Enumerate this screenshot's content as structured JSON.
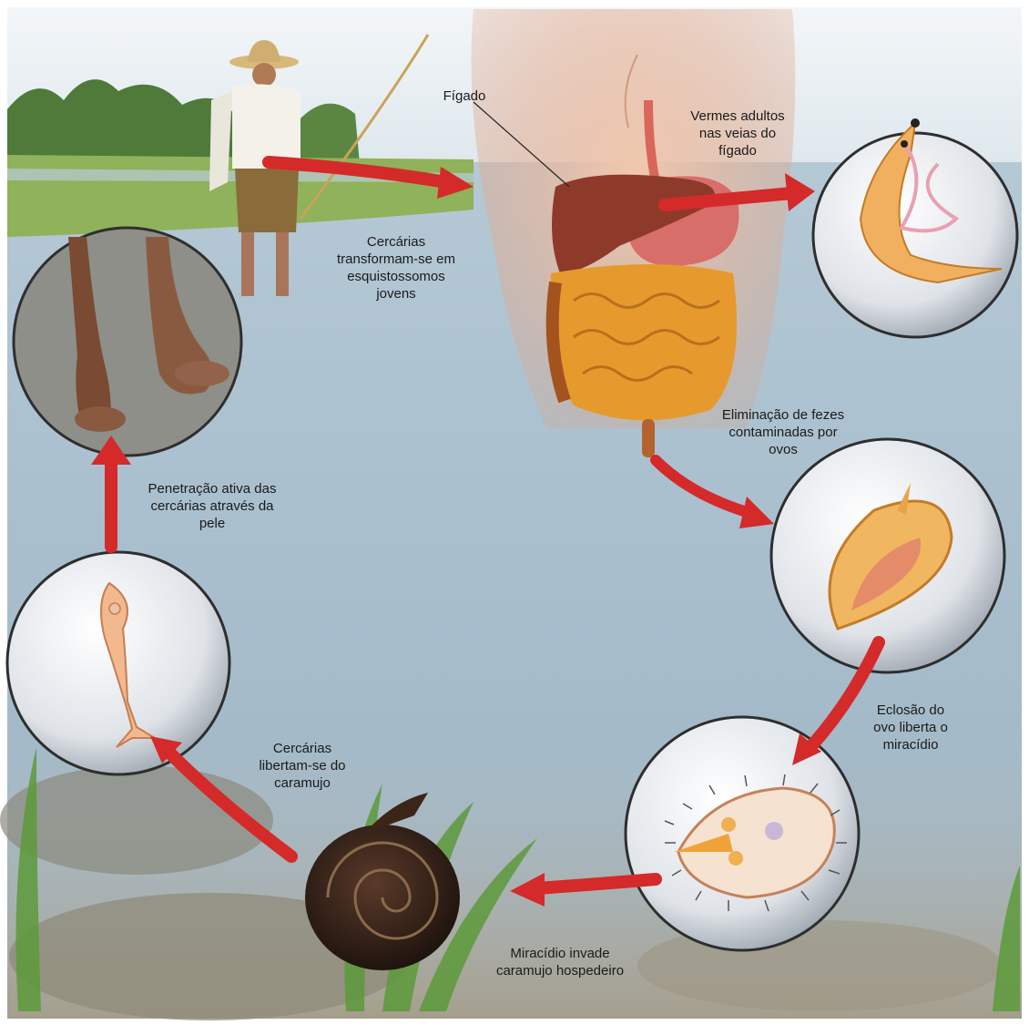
{
  "labels": {
    "figado": "Fígado",
    "vermes": "Vermes adultos\nnas veias do\nfígado",
    "cercarias_transformam": "Cercárias\ntransformam-se em\nesquistossomos\njovens",
    "eliminacao": "Eliminação de fezes\ncontaminadas por\novos",
    "penetracao": "Penetração ativa das\ncercárias através da\npele",
    "eclosao": "Eclosão do\novo liberta o\nmiracídio",
    "cercarias_libertam": "Cercárias\nlibertam-se do\ncaramujo",
    "miracidio_invade": "Miracídio invade\ncaramujo hospedeiro"
  },
  "colors": {
    "arrow": "#d42a2a",
    "water": "#a9c0cf",
    "sky": "#eef3f6",
    "liver": "#8e3a2a",
    "intestine": "#e69a2e",
    "skin": "#eab69a",
    "bubble_ring": "#3a3a3a"
  },
  "icons": [
    "fisherman-icon",
    "torso-icon",
    "liver-icon",
    "intestine-icon",
    "adult-worms-icon",
    "egg-icon",
    "miracidium-icon",
    "snail-icon",
    "cercaria-icon",
    "feet-icon"
  ]
}
